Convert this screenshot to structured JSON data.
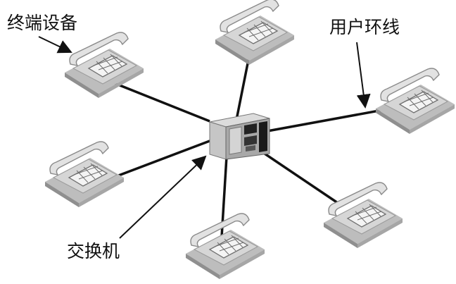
{
  "labels": {
    "terminal": "终端设备",
    "loop": "用户环线",
    "switch": "交换机"
  },
  "phones": [
    {
      "name": "phone-left-top"
    },
    {
      "name": "phone-top"
    },
    {
      "name": "phone-right-top"
    },
    {
      "name": "phone-left-bottom"
    },
    {
      "name": "phone-bottom"
    },
    {
      "name": "phone-right-bottom"
    }
  ],
  "switch_device": {
    "icon": "switch-icon"
  },
  "colors": {
    "line": "#111111",
    "phone_body": "#c9c9c9",
    "keypad": "#f2f2f2"
  }
}
